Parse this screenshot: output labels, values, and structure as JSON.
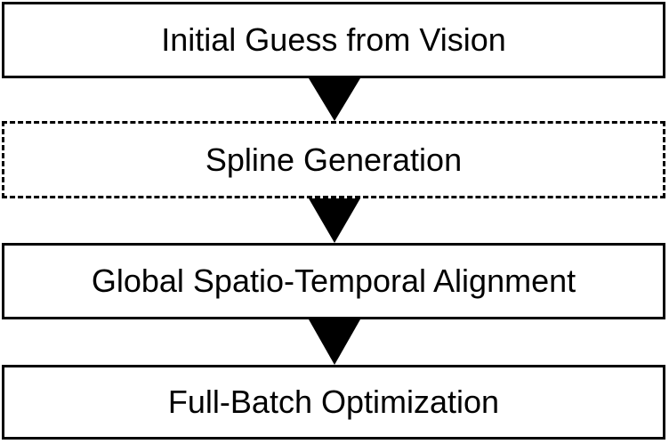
{
  "flowchart": {
    "background_color": "#ffffff",
    "stroke_color": "#000000",
    "text_color": "#000000",
    "steps": [
      {
        "label": "Initial Guess from Vision",
        "border_style": "solid"
      },
      {
        "label": "Spline Generation",
        "border_style": "dashed"
      },
      {
        "label": "Global Spatio-Temporal Alignment",
        "border_style": "solid"
      },
      {
        "label": "Full-Batch Optimization",
        "border_style": "solid"
      }
    ],
    "connectors": [
      {
        "icon": "arrow-down"
      },
      {
        "icon": "arrow-down"
      },
      {
        "icon": "arrow-down"
      }
    ]
  }
}
